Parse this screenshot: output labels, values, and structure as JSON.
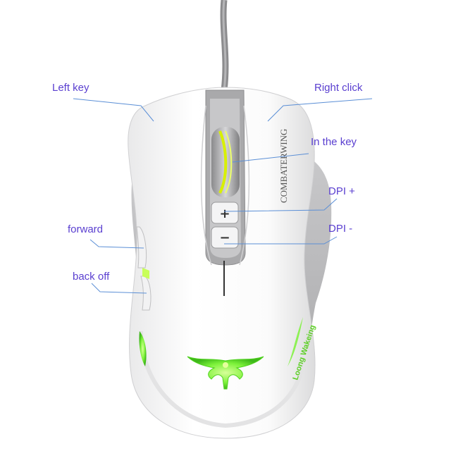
{
  "labels": {
    "left_key": "Left key",
    "right_click": "Right click",
    "in_the_key": "In the key",
    "dpi_plus": "DPI +",
    "dpi_minus": "DPI -",
    "forward": "forward",
    "back_off": "back off"
  },
  "product": {
    "brand_text": "COMBATERWING",
    "logo_text": "Loong Wakeing",
    "dpi_up_symbol": "+",
    "dpi_down_symbol": "−"
  },
  "colors": {
    "label_text": "#5a3fd0",
    "leader_line": "#5b8fd6",
    "mouse_shell": "#f6f6f6",
    "mouse_side": "#b9b9bb",
    "glow": "#7df23a"
  }
}
